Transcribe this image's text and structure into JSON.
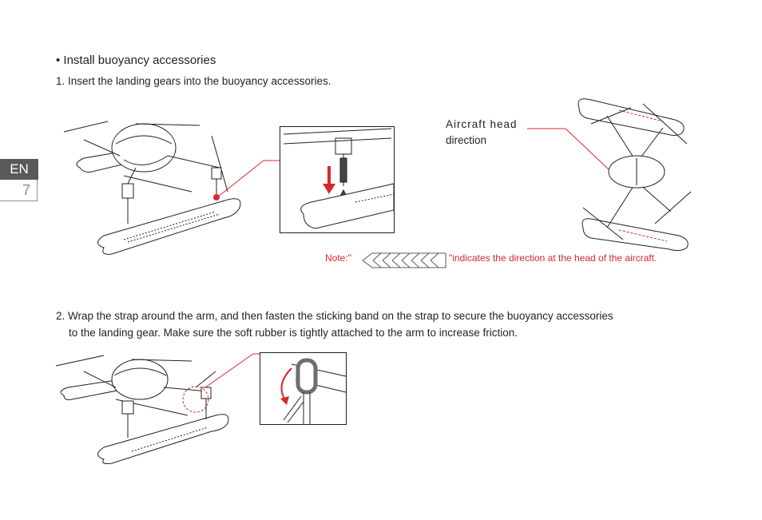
{
  "section": {
    "heading": "• Install buoyancy accessories",
    "step1": "1. Insert the landing gears into the buoyancy accessories.",
    "step2_line1": "2. Wrap the strap around the arm, and then fasten the sticking band on the strap to secure the buoyancy accessories",
    "step2_line2": "to the landing gear. Make sure the soft rubber is tightly attached to the arm to increase friction."
  },
  "page_tab": {
    "language": "EN",
    "page_number": "7"
  },
  "callout": {
    "line1": "Aircraft head",
    "line2": "direction"
  },
  "note": {
    "prefix": "Note:\"",
    "suffix": "\"indicates the direction at the head of the aircraft."
  },
  "colors": {
    "accent": "#d7282f",
    "text": "#231f20",
    "tab_bg": "#58595b",
    "line": "#231f20"
  },
  "icons": [
    "chevron-arrow-icon",
    "down-arrow-icon",
    "curved-arrow-icon"
  ]
}
